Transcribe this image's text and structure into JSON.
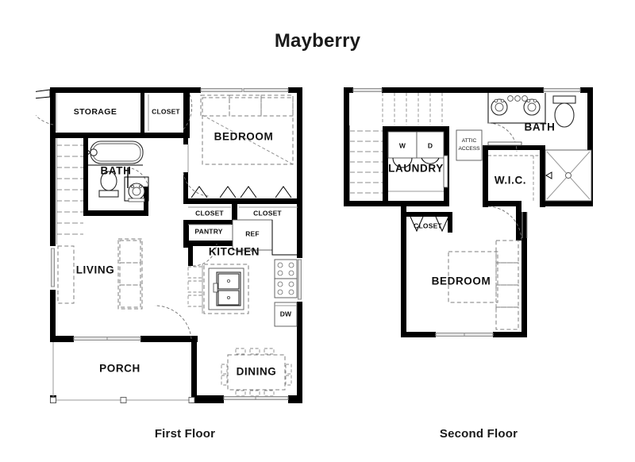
{
  "title": "Mayberry",
  "captions": {
    "first": "First Floor",
    "second": "Second Floor"
  },
  "colors": {
    "wall": "#000000",
    "background": "#ffffff",
    "text": "#111111",
    "dashed_furniture": "#7d7d7d",
    "window_grey": "#9a9a9a"
  },
  "floors": [
    {
      "id": "first",
      "caption": "First Floor",
      "rooms": [
        {
          "key": "storage",
          "label": "STORAGE"
        },
        {
          "key": "closet_a",
          "label": "CLOSET"
        },
        {
          "key": "bath",
          "label": "BATH"
        },
        {
          "key": "bedroom",
          "label": "BEDROOM"
        },
        {
          "key": "closet_b",
          "label": "CLOSET"
        },
        {
          "key": "closet_c",
          "label": "CLOSET"
        },
        {
          "key": "pantry",
          "label": "PANTRY"
        },
        {
          "key": "ref",
          "label": "REF"
        },
        {
          "key": "kitchen",
          "label": "KITCHEN"
        },
        {
          "key": "dw",
          "label": "DW"
        },
        {
          "key": "living",
          "label": "LIVING"
        },
        {
          "key": "porch",
          "label": "PORCH"
        },
        {
          "key": "dining",
          "label": "DINING"
        }
      ]
    },
    {
      "id": "second",
      "caption": "Second Floor",
      "rooms": [
        {
          "key": "washer",
          "label": "W"
        },
        {
          "key": "dryer",
          "label": "D"
        },
        {
          "key": "laundry",
          "label": "LAUNDRY"
        },
        {
          "key": "attic_access",
          "label": "ATTIC\nACCESS"
        },
        {
          "key": "attic_line1",
          "label": "ATTIC"
        },
        {
          "key": "attic_line2",
          "label": "ACCESS"
        },
        {
          "key": "bath",
          "label": "BATH"
        },
        {
          "key": "wic",
          "label": "W.I.C."
        },
        {
          "key": "closet",
          "label": "CLOSET"
        },
        {
          "key": "bedroom",
          "label": "BEDROOM"
        }
      ]
    }
  ],
  "first_floor_labels": {
    "storage": "STORAGE",
    "closet_entry": "CLOSET",
    "bath": "BATH",
    "bedroom": "BEDROOM",
    "closet_left": "CLOSET",
    "closet_right": "CLOSET",
    "pantry": "PANTRY",
    "ref": "REF",
    "kitchen": "KITCHEN",
    "dw": "DW",
    "living": "LIVING",
    "porch": "PORCH",
    "dining": "DINING"
  },
  "second_floor_labels": {
    "washer": "W",
    "dryer": "D",
    "laundry": "LAUNDRY",
    "attic_line1": "ATTIC",
    "attic_line2": "ACCESS",
    "bath": "BATH",
    "wic": "W.I.C.",
    "closet": "CLOSET",
    "bedroom": "BEDROOM"
  }
}
